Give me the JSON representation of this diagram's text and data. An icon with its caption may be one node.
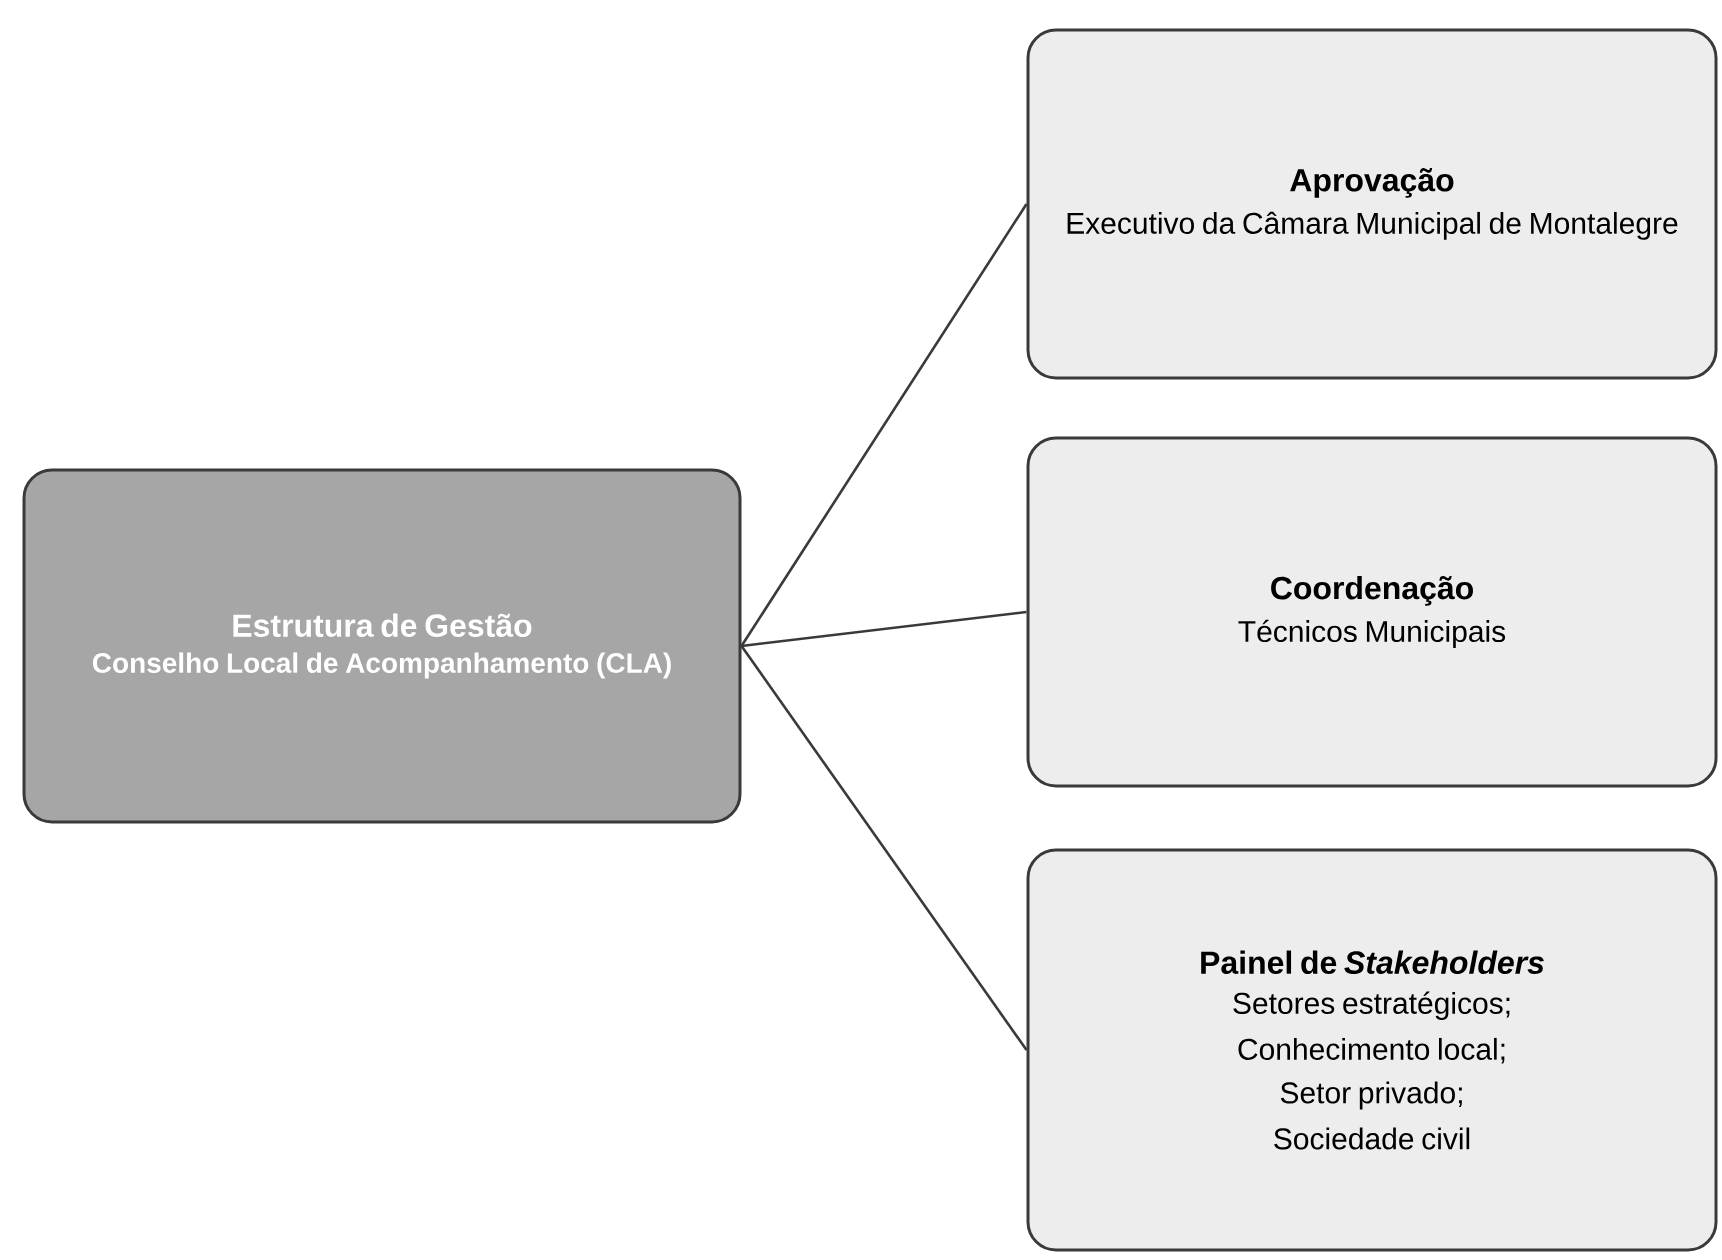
{
  "diagram": {
    "nodes": [
      {
        "text": [
          "Estrutura de Gestão",
          "Conselho Local de Acompanhamento (CLA)"
        ]
      },
      {
        "text": [
          "Aprovação",
          "Executivo da Câmara Municipal de Montalegre"
        ]
      },
      {
        "text": [
          "Coordenação",
          "Técnicos Municipais"
        ]
      },
      {
        "text": [
          "Painel de *Stakeholders*",
          "Setores estratégicos;",
          "Conhecimento local;",
          "Setor privado;",
          "Sociedade civil"
        ]
      }
    ],
    "edges": [
      {
        "from": 0,
        "to": 1,
        "arrow": "none"
      },
      {
        "from": 0,
        "to": 2,
        "arrow": "none"
      },
      {
        "from": 0,
        "to": 3,
        "arrow": "none"
      }
    ]
  }
}
